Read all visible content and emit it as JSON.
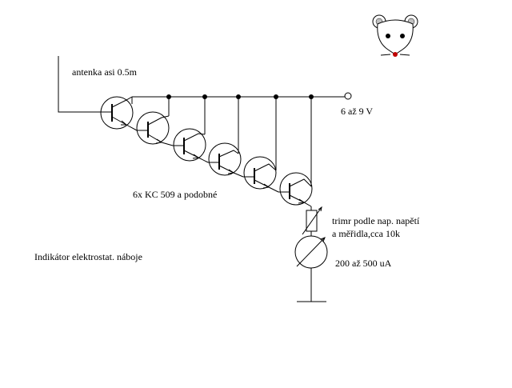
{
  "labels": {
    "antenna": "antenka asi 0.5m",
    "supply": "6 až 9 V",
    "transistors": "6x KC 509 a podobné",
    "trimmer_line1": "trimr podle nap. napětí",
    "trimmer_line2": "a měřidla,cca 10k",
    "meter": "200 až 500 uA",
    "title": "Indikátor elektrostat. náboje"
  },
  "colors": {
    "ink": "#000000",
    "mouse_nose": "#c00000",
    "mouse_ear": "#c0c0c0"
  },
  "icons": {
    "mascot": "mouse-face-icon"
  }
}
